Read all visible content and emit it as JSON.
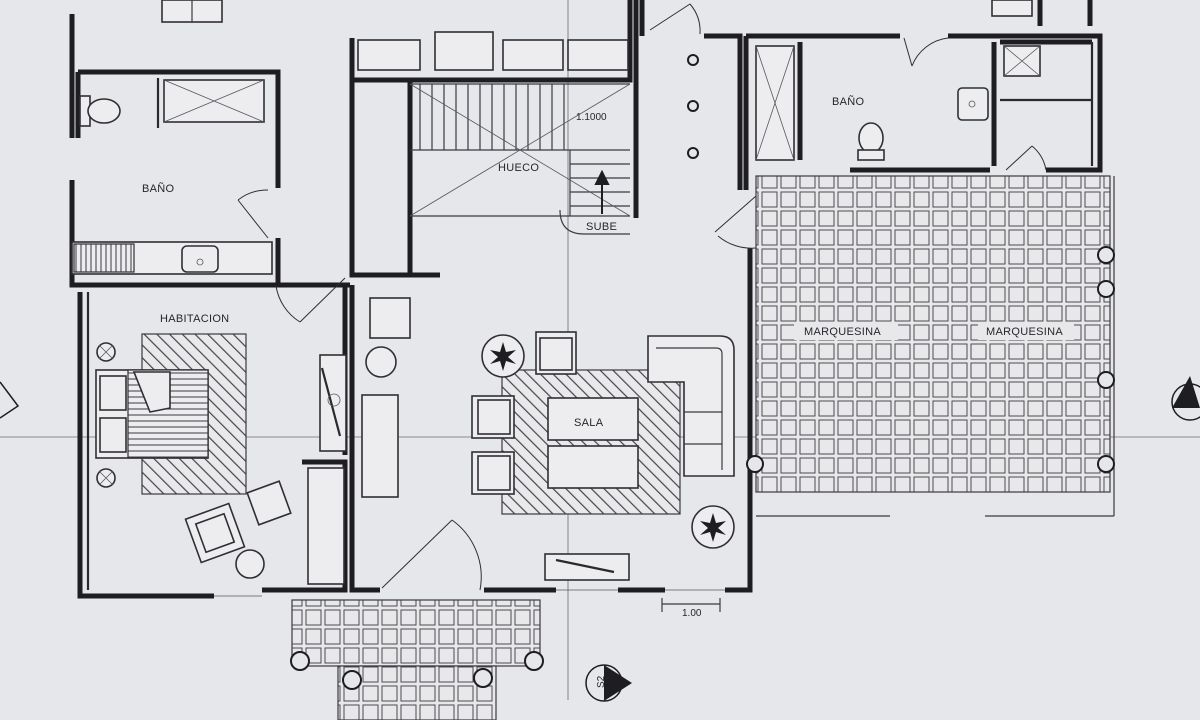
{
  "rooms": {
    "bath_left": "BAÑO",
    "bath_right": "BAÑO",
    "bedroom": "HABITACION",
    "living": "SALA",
    "stair_void": "HUECO",
    "canopy_left": "MARQUESINA",
    "canopy_right": "MARQUESINA"
  },
  "stair": {
    "direction_label": "SUBE",
    "height_label": "1.1000"
  },
  "dimensions": {
    "porch_width": "1.00"
  },
  "section_marks": {
    "bottom_label": "S2"
  }
}
